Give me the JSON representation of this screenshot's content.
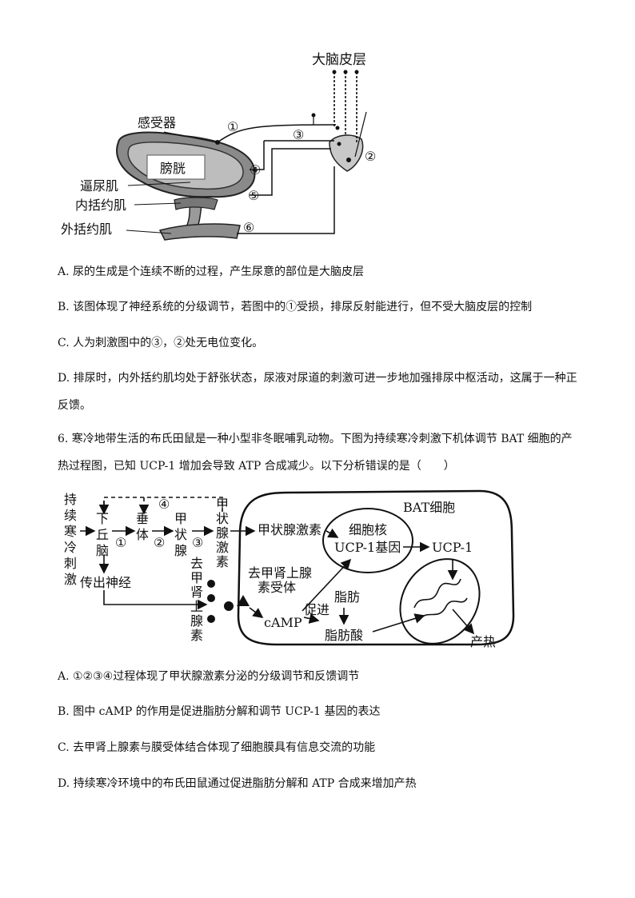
{
  "figure1": {
    "cortex": "大脑皮层",
    "receptor": "感受器",
    "bladder": "膀胱",
    "detrusor": "逼尿肌",
    "internal_sphincter": "内括约肌",
    "external_sphincter": "外括约肌",
    "n1": "①",
    "n2": "②",
    "n3": "③",
    "n4": "④",
    "n5": "⑤",
    "n6": "⑥"
  },
  "q5_options": {
    "A": "A. 尿的生成是个连续不断的过程，产生尿意的部位是大脑皮层",
    "B": "B. 该图体现了神经系统的分级调节，若图中的①受损，排尿反射能进行，但不受大脑皮层的控制",
    "C": "C. 人为刺激图中的③，②处无电位变化。",
    "D": "D. 排尿时，内外括约肌均处于舒张状态，尿液对尿道的刺激可进一步地加强排尿中枢活动，这属于一种正反馈。"
  },
  "q6": {
    "stem": "6. 寒冷地带生活的布氏田鼠是一种小型非冬眠哺乳动物。下图为持续寒冷刺激下机体调节 BAT 细胞的产热过程图，已知 UCP-1 增加会导致 ATP 合成减少。以下分析错误的是（　　）"
  },
  "figure2": {
    "stimulus": "持续寒冷刺激",
    "hypothalamus": "下丘脑",
    "pituitary": "垂体",
    "thyroid": "甲状腺",
    "thyroid_hormone_v": "甲状腺激素",
    "efferent_nerve": "传出神经",
    "norepinephrine_v": "去甲肾上腺素",
    "bat_cell": "BAT细胞",
    "thyroid_hormone_h": "甲状腺激素",
    "nucleus": "细胞核",
    "ucp1_gene": "UCP-1基因",
    "ucp1": "UCP-1",
    "receptor_line1": "去甲肾上腺",
    "receptor_line2": "素受体",
    "camp": "cAMP",
    "promote": "促进",
    "fat": "脂肪",
    "fatty_acid": "脂肪酸",
    "heat": "产热",
    "n1": "①",
    "n2": "②",
    "n3": "③",
    "n4": "④"
  },
  "q6_options": {
    "A": "A. ①②③④过程体现了甲状腺激素分泌的分级调节和反馈调节",
    "B": "B. 图中 cAMP 的作用是促进脂肪分解和调节 UCP-1 基因的表达",
    "C": "C. 去甲肾上腺素与膜受体结合体现了细胞膜具有信息交流的功能",
    "D": "D. 持续寒冷环境中的布氏田鼠通过促进脂肪分解和 ATP 合成来增加产热"
  }
}
